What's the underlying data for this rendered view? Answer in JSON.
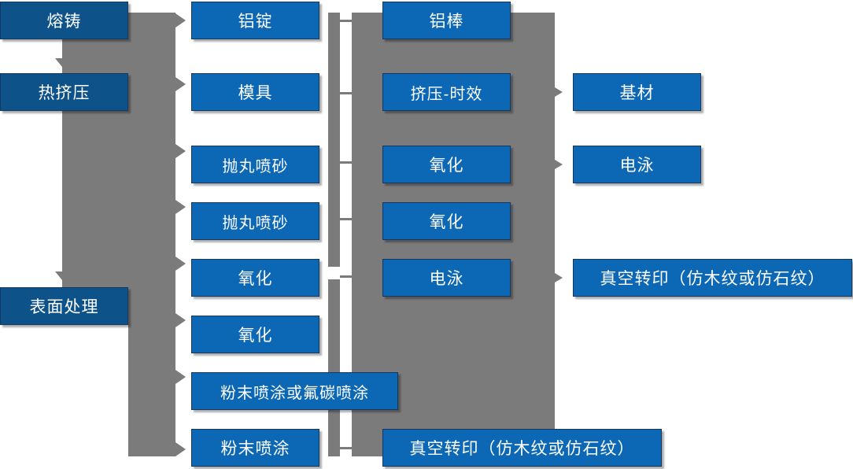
{
  "diagram": {
    "type": "process-flowchart",
    "title": "",
    "colors": {
      "stage_box": "#0D5289",
      "step_box": "#0C68B4",
      "connector": "#7B7B7B",
      "box_border": "#17375E",
      "text": "#FFFFFF",
      "background": "#FFFFFF"
    },
    "stages": [
      {
        "id": "stage-1",
        "label": "熔铸"
      },
      {
        "id": "stage-2",
        "label": "热挤压"
      },
      {
        "id": "stage-3",
        "label": "表面处理"
      }
    ],
    "steps_col2": [
      {
        "id": "step-2-1",
        "label": "铝锭"
      },
      {
        "id": "step-2-2",
        "label": "模具"
      },
      {
        "id": "step-2-3",
        "label": "抛丸喷砂"
      },
      {
        "id": "step-2-4",
        "label": "抛丸喷砂"
      },
      {
        "id": "step-2-5",
        "label": "氧化"
      },
      {
        "id": "step-2-6",
        "label": "氧化"
      },
      {
        "id": "step-2-7",
        "label": "粉末喷涂或氟碳喷涂"
      },
      {
        "id": "step-2-8",
        "label": "粉末喷涂"
      }
    ],
    "steps_col3": [
      {
        "id": "step-3-1",
        "label": "铝棒"
      },
      {
        "id": "step-3-2",
        "label": "挤压-时效"
      },
      {
        "id": "step-3-3",
        "label": "氧化"
      },
      {
        "id": "step-3-4",
        "label": "氧化"
      },
      {
        "id": "step-3-5",
        "label": "电泳"
      },
      {
        "id": "step-3-6",
        "label": "真空转印（仿木纹或仿石纹）"
      }
    ],
    "outputs_col4": [
      {
        "id": "out-1",
        "label": "基材"
      },
      {
        "id": "out-2",
        "label": "电泳"
      },
      {
        "id": "out-3",
        "label": "真空转印（仿木纹或仿石纹）"
      }
    ]
  }
}
